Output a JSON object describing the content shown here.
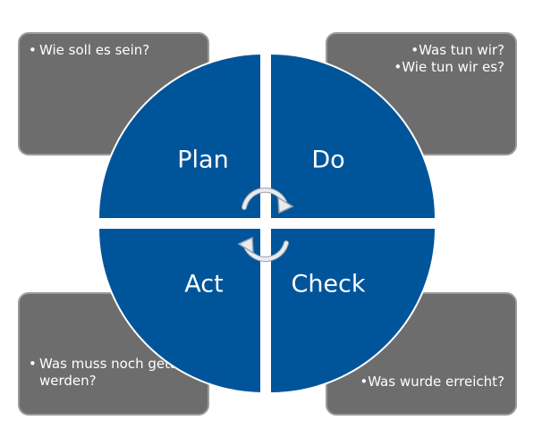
{
  "quadrants": {
    "plan": "Plan",
    "do": "Do",
    "act": "Act",
    "check": "Check"
  },
  "bullet": "•",
  "boxes": {
    "plan": [
      "Wie soll es sein?"
    ],
    "do": [
      "Was tun wir?",
      "Wie tun wir es?"
    ],
    "act": [
      "Was muss noch getan werden?"
    ],
    "check": [
      "Was wurde erreicht?"
    ]
  },
  "colors": {
    "quadrant": "#00559a",
    "box": "#6d6d6d",
    "box_border": "#9a9a9a",
    "arrows": "#e6e6e6"
  },
  "icons": [
    "cycle-arrows-icon"
  ]
}
